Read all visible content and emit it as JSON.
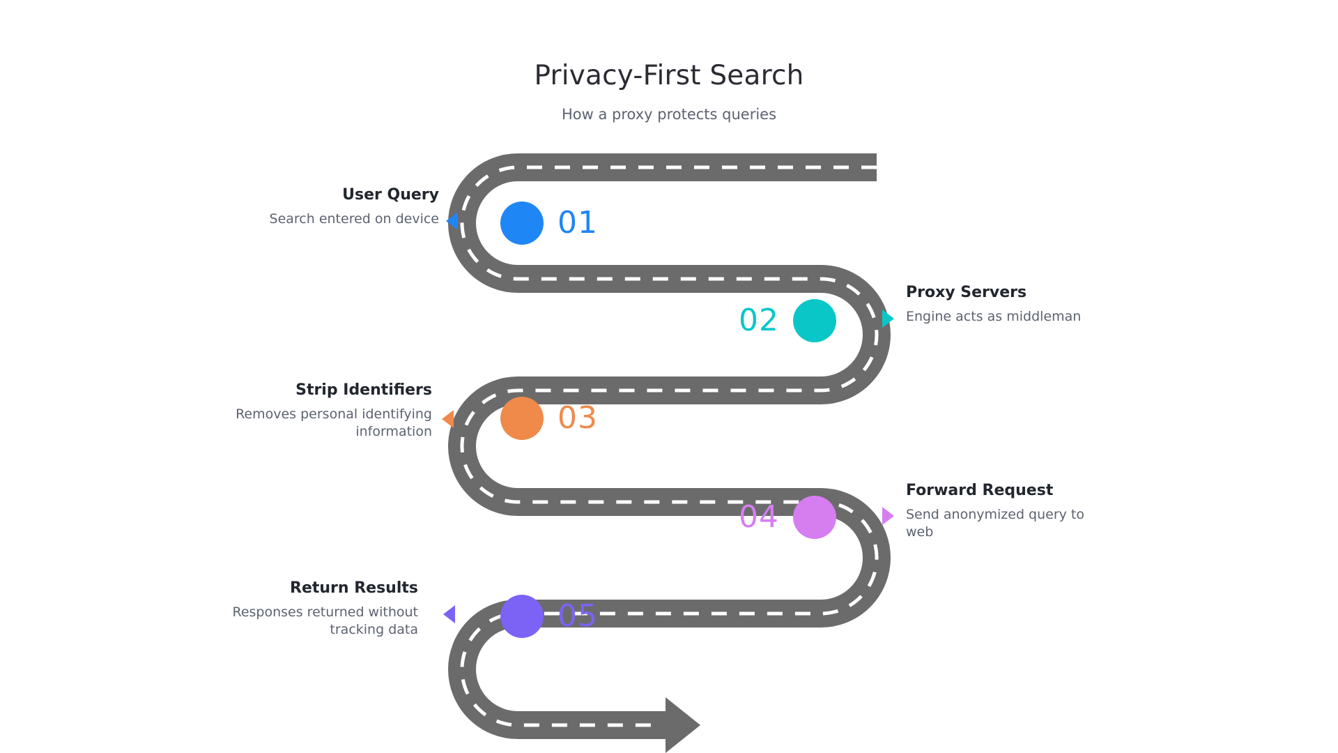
{
  "header": {
    "title": "Privacy-First Search",
    "subtitle": "How a proxy protects queries"
  },
  "theme": {
    "road_color": "#6b6b6b",
    "lane_dash_color": "#ffffff",
    "background": "#ffffff",
    "title_color": "#2b2b33",
    "subtitle_color": "#5c6270",
    "label_title_color": "#22262e",
    "label_desc_color": "#5c6270"
  },
  "steps": [
    {
      "number": "01",
      "title": "User Query",
      "description": "Search entered on device",
      "color": "#1f86f5",
      "side": "left",
      "pointer": "left-triangle"
    },
    {
      "number": "02",
      "title": "Proxy Servers",
      "description": "Engine acts as middleman",
      "color": "#0ac7c7",
      "side": "right",
      "pointer": "right-triangle"
    },
    {
      "number": "03",
      "title": "Strip Identifiers",
      "description": "Removes personal identifying information",
      "color": "#ef8a4b",
      "side": "left",
      "pointer": "left-triangle"
    },
    {
      "number": "04",
      "title": "Forward Request",
      "description": "Send anonymized query to web",
      "color": "#d67ef0",
      "side": "right",
      "pointer": "right-triangle"
    },
    {
      "number": "05",
      "title": "Return Results",
      "description": "Responses returned without tracking data",
      "color": "#7c63f5",
      "side": "left",
      "pointer": "left-triangle"
    }
  ],
  "road": {
    "end_marker": "arrow-right-icon",
    "lane_style": "dashed-centerline"
  }
}
